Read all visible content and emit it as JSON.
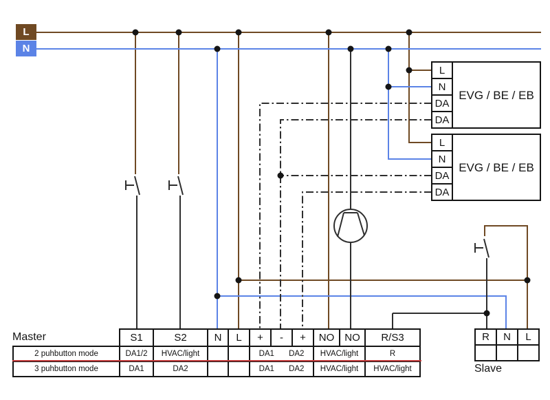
{
  "colors": {
    "brown": "#6F4923",
    "blue": "#5B83E6",
    "wire_black": "#2E2E2E",
    "red_separator": "#C13A3A"
  },
  "supply": {
    "l": "L",
    "n": "N"
  },
  "devices": [
    {
      "terminals": [
        "L",
        "N",
        "DA",
        "DA"
      ],
      "label": "EVG / BE / EB"
    },
    {
      "terminals": [
        "L",
        "N",
        "DA",
        "DA"
      ],
      "label": "EVG / BE / EB"
    }
  ],
  "master": {
    "title": "Master",
    "terminals": [
      "S1",
      "S2",
      "N",
      "L",
      "+",
      "-",
      "+",
      "NO",
      "NO",
      "R/S3"
    ],
    "rows": [
      {
        "label": "2 puhbutton mode",
        "s1": "DA1/2",
        "s2": "HVAC/light",
        "n": "",
        "l": "",
        "da_left": "DA1",
        "da_right": "DA2",
        "no": "HVAC/light",
        "rs3": "R"
      },
      {
        "label": "3 puhbutton mode",
        "s1": "DA1",
        "s2": "DA2",
        "n": "",
        "l": "",
        "da_left": "DA1",
        "da_right": "DA2",
        "no": "HVAC/light",
        "rs3": "HVAC/light"
      }
    ]
  },
  "slave": {
    "title": "Slave",
    "terminals": [
      "R",
      "N",
      "L"
    ]
  }
}
